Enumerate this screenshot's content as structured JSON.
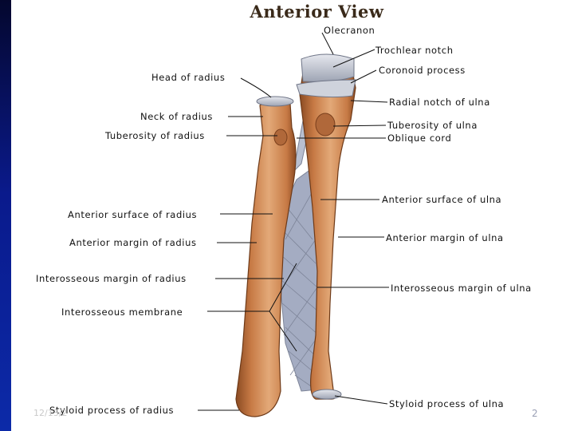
{
  "title": "Anterior View",
  "labels": {
    "olecranon": "Olecranon",
    "trochlear_notch": "Trochlear notch",
    "coronoid_process": "Coronoid process",
    "head_of_radius": "Head of radius",
    "radial_notch_of_ulna": "Radial notch of ulna",
    "neck_of_radius": "Neck of radius",
    "tuberosity_of_ulna": "Tuberosity of ulna",
    "tuberosity_of_radius": "Tuberosity of radius",
    "oblique_cord": "Oblique cord",
    "anterior_surface_of_ulna": "Anterior surface of ulna",
    "anterior_surface_of_radius": "Anterior surface of radius",
    "anterior_margin_of_ulna": "Anterior margin of ulna",
    "anterior_margin_of_radius": "Anterior margin of radius",
    "interosseous_margin_of_radius": "Interosseous margin of radius",
    "interosseous_margin_of_ulna": "Interosseous margin of ulna",
    "interosseous_membrane": "Interosseous membrane",
    "styloid_process_of_ulna": "Styloid process of ulna",
    "styloid_process_of_radius": "Styloid process of radius"
  },
  "footer": {
    "date": "12/13/2",
    "page_number": "2"
  },
  "colors": {
    "sidebar": "#0a1a8c",
    "bone_light": "#e3a978",
    "bone_mid": "#c77a45",
    "bone_dark": "#8a4a22",
    "cartilage": "#c7ccd6",
    "membrane": "#a4acc2"
  }
}
